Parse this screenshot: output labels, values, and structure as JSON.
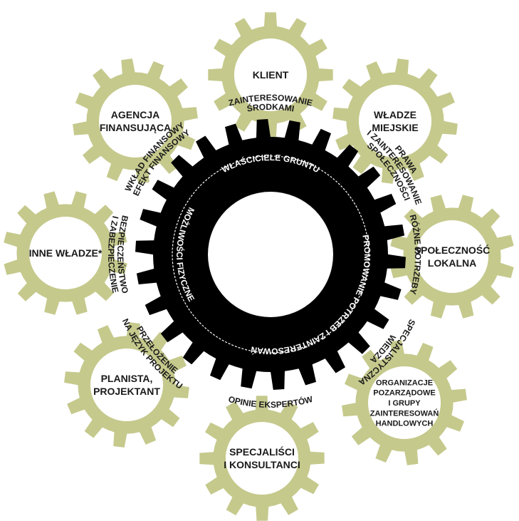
{
  "colors": {
    "gear": "#c5c98c",
    "center_gear": "#000000",
    "hub": "#ffffff",
    "label_text": "#1a1a1a",
    "ring_text": "#ffffff"
  },
  "outer_gears": [
    {
      "id": "klient",
      "lines": [
        "KLIENT"
      ]
    },
    {
      "id": "wladze-miejskie",
      "lines": [
        "WŁADZE",
        "MIEJSKIE"
      ]
    },
    {
      "id": "spolecznosc-lokalna",
      "lines": [
        "SPOŁECZNOŚĆ",
        "LOKALNA"
      ]
    },
    {
      "id": "organizacje",
      "lines": [
        "ORGANIZACJE",
        "POZARZĄDOWE",
        "I GRUPY",
        "ZAINTERESOWAŃ",
        "HANDLOWYCH"
      ]
    },
    {
      "id": "specjalisci",
      "lines": [
        "SPECJALIŚCI",
        "I KONSULTANCI"
      ]
    },
    {
      "id": "planista",
      "lines": [
        "PLANISTA,",
        "PROJEKTANT"
      ]
    },
    {
      "id": "inne-wladze",
      "lines": [
        "INNE WŁADZE*"
      ]
    },
    {
      "id": "agencja",
      "lines": [
        "AGENCJA",
        "FINANSUJĄCA"
      ]
    }
  ],
  "connection_labels": [
    {
      "id": "zainteresowanie-srodkami",
      "lines": [
        "ZAINTERESOWANIE",
        "ŚRODKAMI"
      ]
    },
    {
      "id": "prawa",
      "lines": [
        "PRAWA",
        "I ZAINTERESOWANIE",
        "SPOŁECZNOŚCI"
      ]
    },
    {
      "id": "rozne-potrzeby",
      "lines": [
        "RÓŻNE POTRZEBY"
      ]
    },
    {
      "id": "specjalistyczna-wiedza",
      "lines": [
        "SPECJALISTYCZNA",
        "WIEDZA"
      ]
    },
    {
      "id": "opinie-ekspertow",
      "lines": [
        "OPINIE EKSPERTÓW"
      ]
    },
    {
      "id": "przelozenie",
      "lines": [
        "PRZEŁOŻENIE",
        "NA JĘZYK PROJEKTU"
      ]
    },
    {
      "id": "bezpieczenstwo",
      "lines": [
        "BEZPIECZEŃSTWO",
        "I ZABEZPIECZENIE"
      ]
    },
    {
      "id": "wklad-finansowy",
      "lines": [
        "WKŁAD FINANSOWY",
        "EFEKT FINANSOWY"
      ]
    }
  ],
  "center_ring_labels": [
    {
      "id": "wlasciciele-gruntu",
      "text": "WŁAŚCICIELE GRUNTU"
    },
    {
      "id": "promowanie",
      "text": "PROMOWANIE POTRZEB I ZAINTERESOWAŃ"
    },
    {
      "id": "mozliwosci-fizyczne",
      "text": "MOŻLIWOŚCI FIZYCZNE"
    }
  ]
}
